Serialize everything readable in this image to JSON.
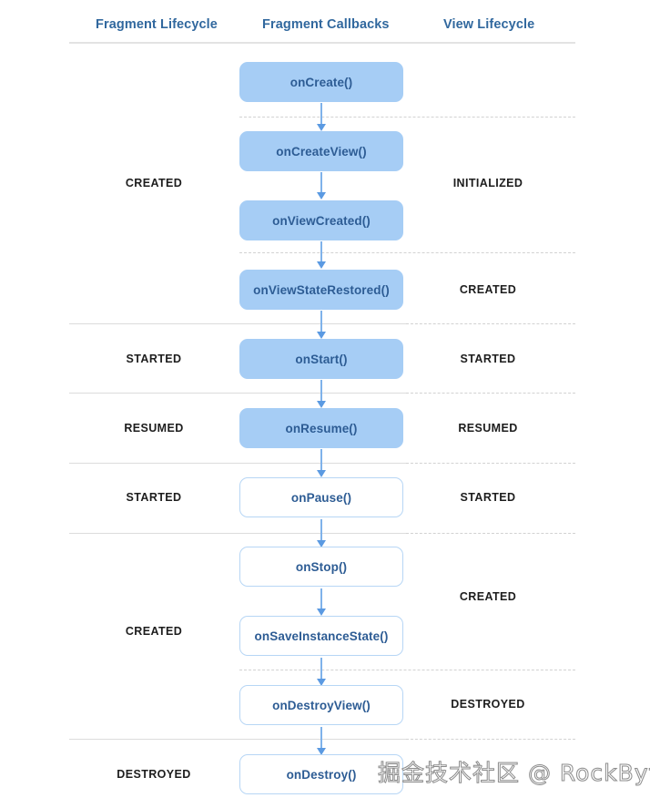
{
  "headers": {
    "left": "Fragment Lifecycle",
    "middle": "Fragment Callbacks",
    "right": "View Lifecycle"
  },
  "colors": {
    "header_text": "#31689e",
    "box_fill": "#a6cdf5",
    "box_text": "#2d5c94",
    "box_outline": "#b7d6f5",
    "arrow": "#5b9ae2",
    "divider_solid": "#dcdcdc",
    "divider_dashed": "#d2d2d2",
    "state_text": "#1d1d1d",
    "background": "#ffffff"
  },
  "callbacks": [
    {
      "label": "onCreate()",
      "style": "filled"
    },
    {
      "label": "onCreateView()",
      "style": "filled"
    },
    {
      "label": "onViewCreated()",
      "style": "filled"
    },
    {
      "label": "onViewStateRestored()",
      "style": "filled"
    },
    {
      "label": "onStart()",
      "style": "filled"
    },
    {
      "label": "onResume()",
      "style": "filled"
    },
    {
      "label": "onPause()",
      "style": "outlined"
    },
    {
      "label": "onStop()",
      "style": "outlined"
    },
    {
      "label": "onSaveInstanceState()",
      "style": "outlined"
    },
    {
      "label": "onDestroyView()",
      "style": "outlined"
    },
    {
      "label": "onDestroy()",
      "style": "outlined"
    }
  ],
  "fragment_lifecycle_states": [
    "CREATED",
    "STARTED",
    "RESUMED",
    "STARTED",
    "CREATED",
    "DESTROYED"
  ],
  "view_lifecycle_states": [
    "INITIALIZED",
    "CREATED",
    "STARTED",
    "RESUMED",
    "STARTED",
    "CREATED",
    "DESTROYED"
  ],
  "watermark": "掘金技术社区 @ RockByte"
}
